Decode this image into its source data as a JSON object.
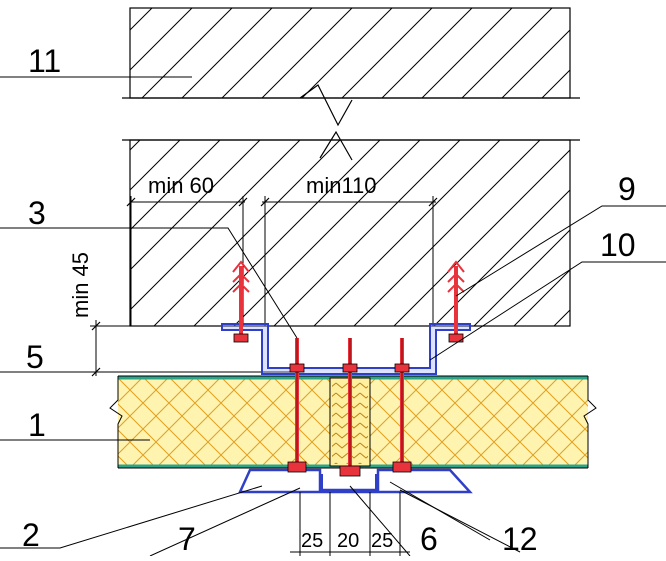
{
  "labels": {
    "l11": "11",
    "l3": "3",
    "l9": "9",
    "l10": "10",
    "l5": "5",
    "l1": "1",
    "l2": "2",
    "l7": "7",
    "l6": "6",
    "l12": "12"
  },
  "dimensions": {
    "min60": "min 60",
    "min110": "min110",
    "min45": "min 45",
    "d25a": "25",
    "d20": "20",
    "d25b": "25"
  },
  "colors": {
    "line": "#000000",
    "hatch": "#000000",
    "insulation_fill": "#fff3b0",
    "insulation_hatch": "#e0a020",
    "steel_sheet": "#2aa58a",
    "profile": "#2f3fc8",
    "fastener": "#e8323c"
  }
}
